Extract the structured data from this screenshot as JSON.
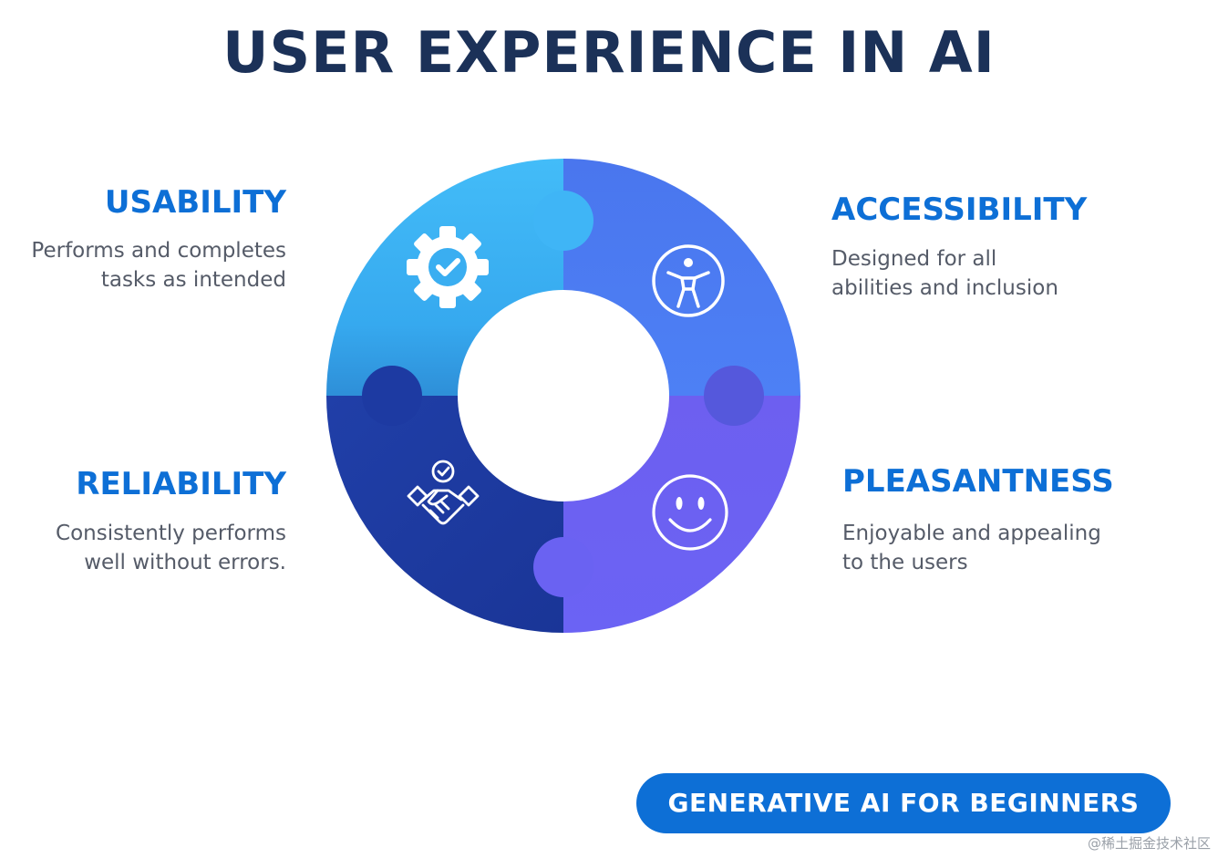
{
  "title": "USER EXPERIENCE IN AI",
  "colors": {
    "title": "#1b3158",
    "label_blue": "#0d6fd6",
    "usability": "#3fb4f5",
    "accessibility": "#4b7bf0",
    "reliability": "#1d3aa2",
    "pleasantness": "#6a62f2",
    "badge": "#0d6fd6"
  },
  "quadrants": {
    "usability": {
      "title": "USABILITY",
      "desc_line1": "Performs and completes",
      "desc_line2": "tasks as intended",
      "icon": "gear-check-icon"
    },
    "accessibility": {
      "title": "ACCESSIBILITY",
      "desc_line1": "Designed for all",
      "desc_line2": "abilities and inclusion",
      "icon": "accessibility-icon"
    },
    "reliability": {
      "title": "RELIABILITY",
      "desc_line1": "Consistently performs",
      "desc_line2": "well without errors.",
      "icon": "handshake-check-icon"
    },
    "pleasantness": {
      "title": "PLEASANTNESS",
      "desc_line1": "Enjoyable and appealing",
      "desc_line2": "to the users",
      "icon": "smiley-icon"
    }
  },
  "badge": "GENERATIVE AI FOR BEGINNERS",
  "watermark": "@稀土掘金技术社区"
}
